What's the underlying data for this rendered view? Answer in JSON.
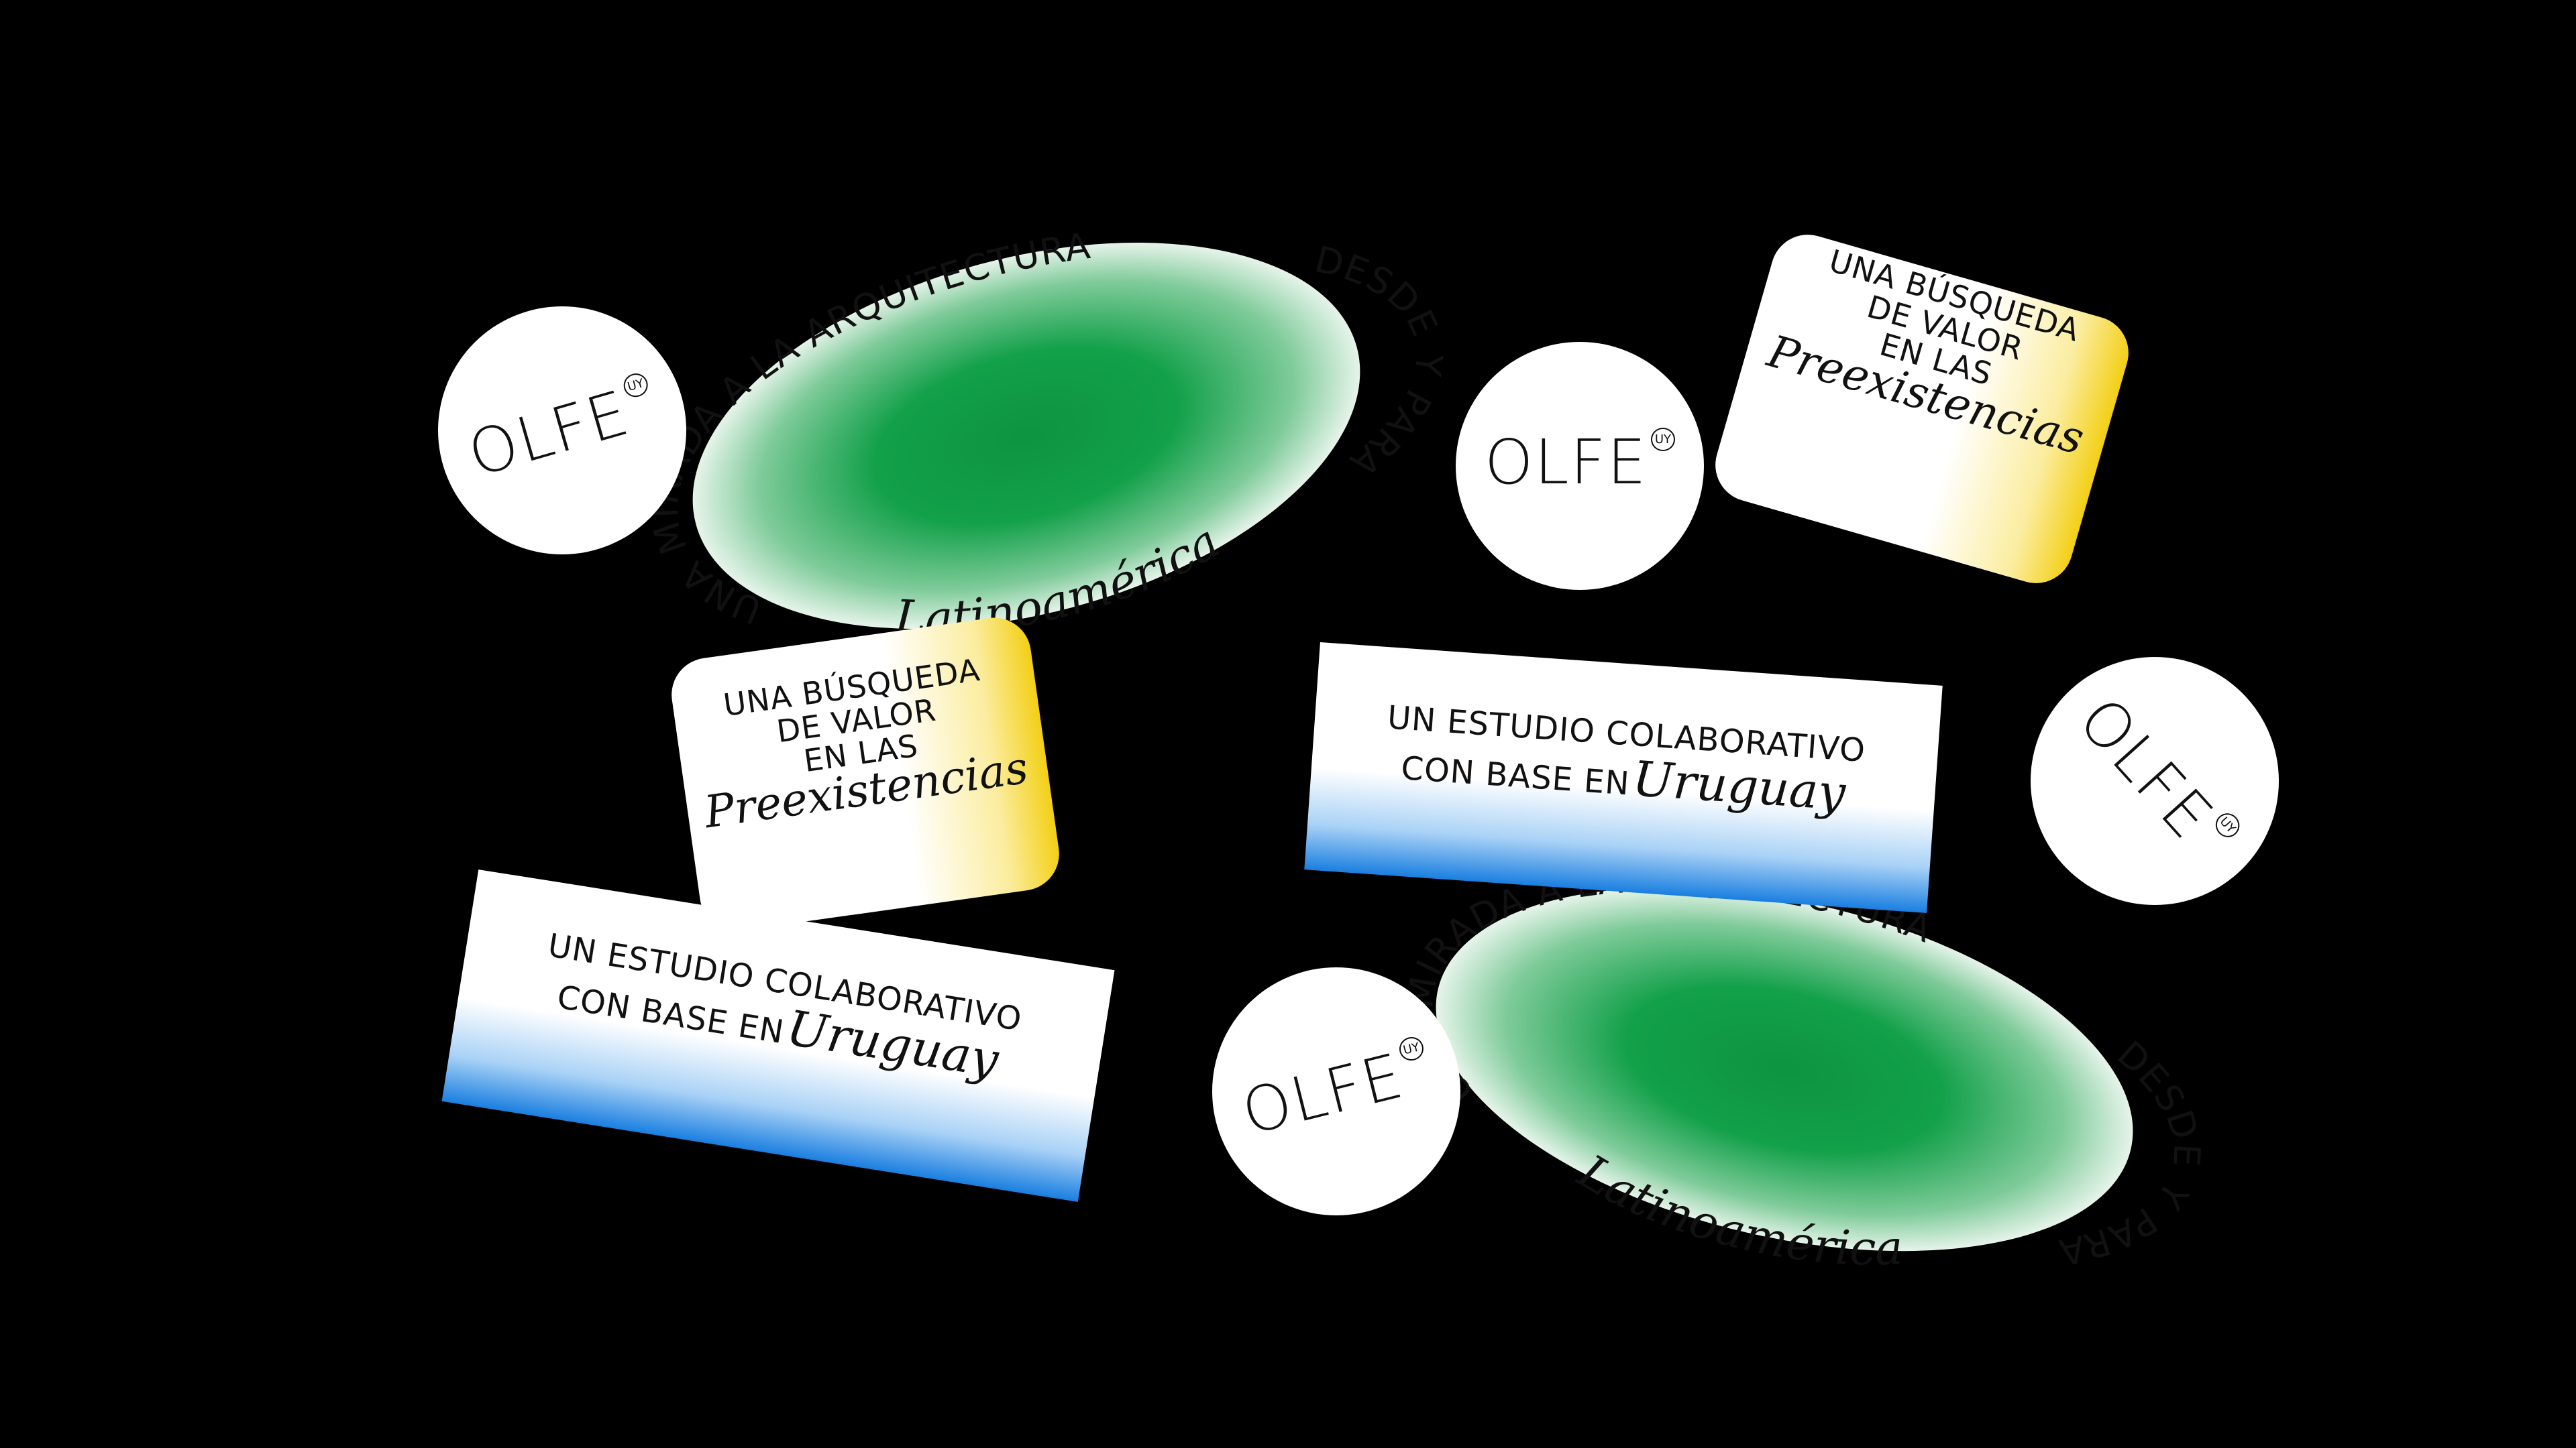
{
  "colors": {
    "background": "#000000",
    "green": "#0e9442",
    "blue": "#1a7fe0",
    "yellow": "#f3d21c",
    "white": "#ffffff",
    "ink": "#111111"
  },
  "logo": {
    "wordmark": "OLFE",
    "badge": "UY"
  },
  "oval_sticker": {
    "arc_top": "UNA MIRADA A LA ARQUITECTURA",
    "arc_right": "DESDE Y PARA",
    "arc_bottom": "Latinoamérica"
  },
  "rounded_sticker": {
    "line1": "UNA BÚSQUEDA",
    "line2": "DE VALOR",
    "line3": "EN LAS",
    "line4": "Preexistencias"
  },
  "rect_sticker": {
    "line1": "UN ESTUDIO COLABORATIVO",
    "line2_caps": "CON BASE EN",
    "line2_script": "Uruguay"
  }
}
